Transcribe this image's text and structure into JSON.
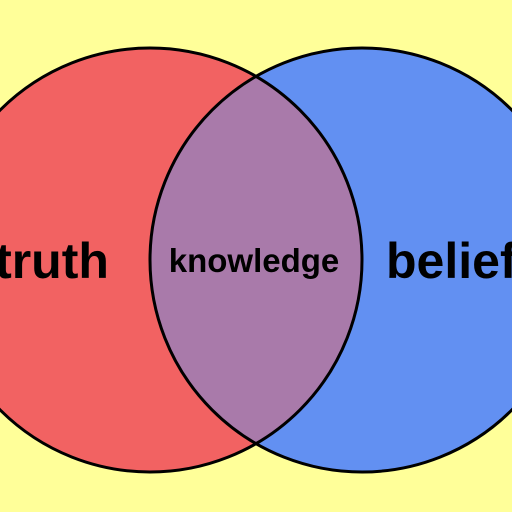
{
  "colors": {
    "background": "#ffff99",
    "left_circle": "#f26262",
    "right_circle": "#6290f2",
    "intersection": "#a97aaa",
    "outline": "#000000"
  },
  "diagram": {
    "left_label": "truth",
    "center_label": "knowledge",
    "right_label": "belief"
  }
}
